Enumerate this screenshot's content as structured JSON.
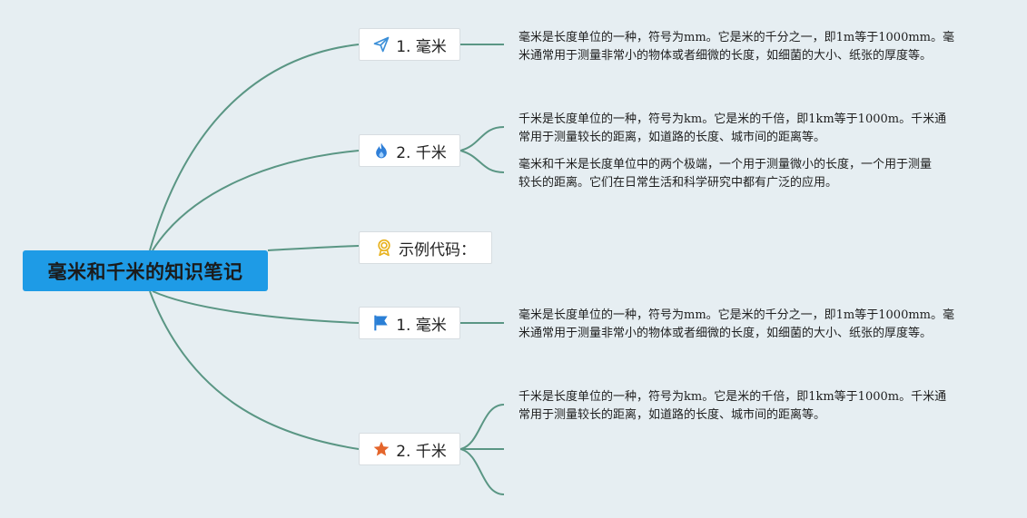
{
  "root": {
    "title": "毫米和千米的知识笔记"
  },
  "topics": [
    {
      "label": "1. 毫米",
      "icon": "paper-plane-icon",
      "icon_color": "#3b8fd8"
    },
    {
      "label": "2. 千米",
      "icon": "fire-icon",
      "icon_color": "#2f7fd8"
    },
    {
      "label": "示例代码：",
      "icon": "award-ribbon-icon",
      "icon_color": "#e8b21e"
    },
    {
      "label": "1. 毫米",
      "icon": "flag-icon",
      "icon_color": "#2a7fd6"
    },
    {
      "label": "2. 千米",
      "icon": "star-icon",
      "icon_color": "#e4652b"
    }
  ],
  "notes": {
    "mm_1": [
      "毫米是长度单位的一种，符号为mm。它是米的千分之一，即1m等于1000mm。毫",
      "米通常用于测量非常小的物体或者细微的长度，如细菌的大小、纸张的厚度等。"
    ],
    "km_1a": [
      "千米是长度单位的一种，符号为km。它是米的千倍，即1km等于1000m。千米通",
      "常用于测量较长的距离，如道路的长度、城市间的距离等。"
    ],
    "km_1b": [
      "毫米和千米是长度单位中的两个极端，一个用于测量微小的长度，一个用于测量",
      "较长的距离。它们在日常生活和科学研究中都有广泛的应用。"
    ],
    "mm_2": [
      "毫米是长度单位的一种，符号为mm。它是米的千分之一，即1m等于1000mm。毫",
      "米通常用于测量非常小的物体或者细微的长度，如细菌的大小、纸张的厚度等。"
    ],
    "km_2a": [
      "千米是长度单位的一种，符号为km。它是米的千倍，即1km等于1000m。千米通",
      "常用于测量较长的距离，如道路的长度、城市间的距离等。"
    ]
  },
  "colors": {
    "branch": "#5a9684",
    "root_bg": "#1e9be6",
    "background": "#e6eef2"
  }
}
